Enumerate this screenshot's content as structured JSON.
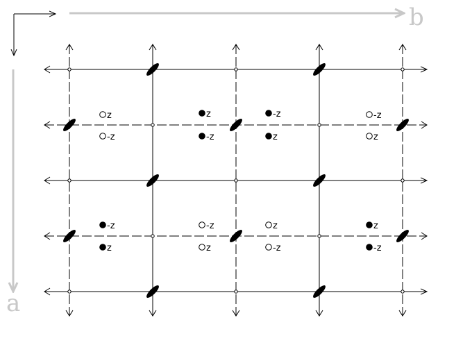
{
  "axes": {
    "a_label": "a",
    "b_label": "b",
    "color": "#c8c8c8"
  },
  "colors": {
    "line": "#000000",
    "filled": "#000000",
    "open_fill": "#ffffff"
  },
  "atoms": [
    {
      "id": 1,
      "filled": false,
      "label": "z"
    },
    {
      "id": 2,
      "filled": false,
      "label": "-z"
    },
    {
      "id": 3,
      "filled": true,
      "label": "z"
    },
    {
      "id": 4,
      "filled": true,
      "label": "-z"
    },
    {
      "id": 5,
      "filled": true,
      "label": "-z"
    },
    {
      "id": 6,
      "filled": true,
      "label": "z"
    },
    {
      "id": 7,
      "filled": false,
      "label": "-z"
    },
    {
      "id": 8,
      "filled": false,
      "label": "z"
    },
    {
      "id": 9,
      "filled": true,
      "label": "-z"
    },
    {
      "id": 10,
      "filled": true,
      "label": "z"
    },
    {
      "id": 11,
      "filled": false,
      "label": "-z"
    },
    {
      "id": 12,
      "filled": false,
      "label": "z"
    },
    {
      "id": 13,
      "filled": false,
      "label": "z"
    },
    {
      "id": 14,
      "filled": false,
      "label": "-z"
    },
    {
      "id": 15,
      "filled": true,
      "label": "z"
    },
    {
      "id": 16,
      "filled": true,
      "label": "-z"
    }
  ]
}
